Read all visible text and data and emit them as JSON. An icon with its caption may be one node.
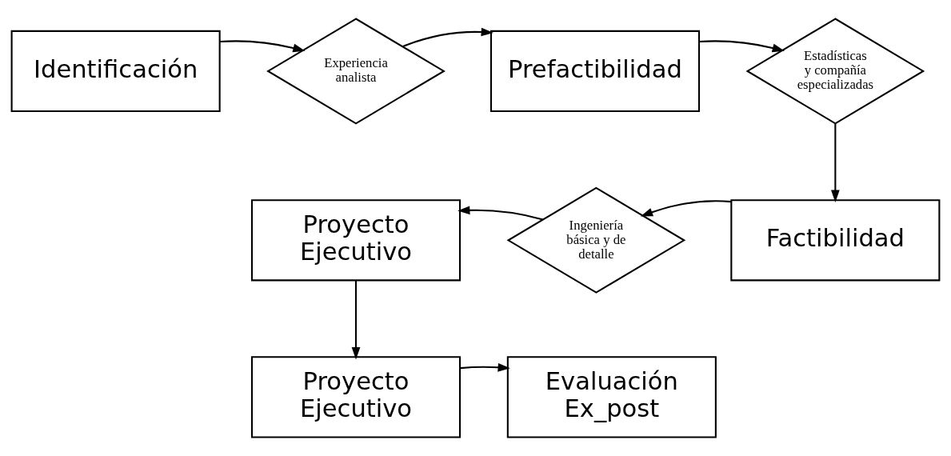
{
  "diagram": {
    "nodes": [
      {
        "text": [
          "Identificación"
        ]
      },
      {
        "text": [
          "Experiencia analista"
        ]
      },
      {
        "text": [
          "Prefactibilidad"
        ]
      },
      {
        "text": [
          "Estadísticas y compañía especializadas"
        ]
      },
      {
        "text": [
          "Proyecto Ejecutivo"
        ]
      },
      {
        "text": [
          "Ingeniería básica y de detalle"
        ]
      },
      {
        "text": [
          "Factibilidad"
        ]
      },
      {
        "text": [
          "Proyecto Ejecutivo"
        ]
      },
      {
        "text": [
          "Evaluación Ex_post"
        ]
      }
    ],
    "edges": [
      {
        "from": 0,
        "to": 1,
        "arrow": "to"
      },
      {
        "from": 1,
        "to": 2,
        "arrow": "to"
      },
      {
        "from": 2,
        "to": 3,
        "arrow": "to"
      },
      {
        "from": 3,
        "to": 6,
        "arrow": "to"
      },
      {
        "from": 6,
        "to": 5,
        "arrow": "to"
      },
      {
        "from": 5,
        "to": 4,
        "arrow": "to"
      },
      {
        "from": 4,
        "to": 7,
        "arrow": "to"
      },
      {
        "from": 7,
        "to": 8,
        "arrow": "to"
      }
    ]
  }
}
